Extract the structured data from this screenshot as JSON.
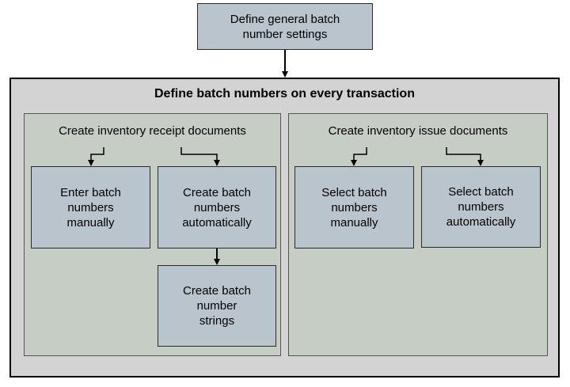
{
  "top_box": {
    "label": "Define general batch\nnumber settings"
  },
  "container": {
    "title": "Define batch numbers on every transaction"
  },
  "receipt_panel": {
    "title": "Create inventory receipt documents",
    "boxes": [
      {
        "label": "Enter batch\nnumbers\nmanually"
      },
      {
        "label": "Create batch\nnumbers\nautomatically"
      },
      {
        "label": "Create batch\nnumber\nstrings"
      }
    ]
  },
  "issue_panel": {
    "title": "Create inventory issue documents",
    "boxes": [
      {
        "label": "Select batch\nnumbers\nmanually"
      },
      {
        "label": "Select batch\nnumbers\nautomatically"
      }
    ]
  },
  "colors": {
    "box_fill": "#b9c4cc",
    "container_fill": "#d3d3d3",
    "panel_fill": "#c5cdc5",
    "line": "#000000"
  }
}
